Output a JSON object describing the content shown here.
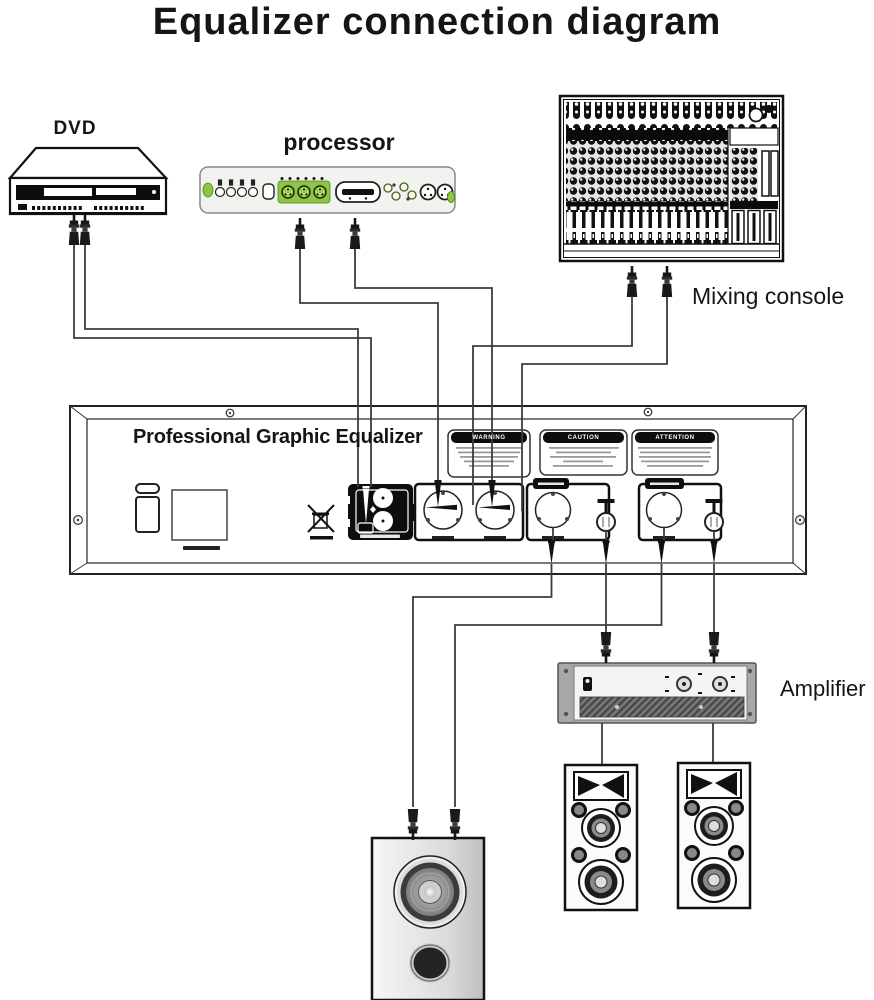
{
  "title": "Equalizer connection diagram",
  "devices": {
    "dvd": {
      "label": "DVD"
    },
    "processor": {
      "label": "processor"
    },
    "mixing_console": {
      "label": "Mixing console"
    },
    "equalizer": {
      "label": "Professional Graphic Equalizer",
      "warning_labels": [
        {
          "header": "WARNING"
        },
        {
          "header": "CAUTION"
        },
        {
          "header": "ATTENTION"
        }
      ]
    },
    "amplifier": {
      "label": "Amplifier"
    },
    "speakers": {
      "count": 3
    }
  },
  "connections": [
    "DVD -> Equalizer input block",
    "processor -> Equalizer XLR inputs",
    "Mixing console -> Equalizer inputs",
    "Equalizer XLR outputs -> Main speaker",
    "Equalizer jack outputs -> Amplifier",
    "Amplifier -> Satellite speaker left",
    "Amplifier -> Satellite speaker right"
  ],
  "colors": {
    "background": "#ffffff",
    "ink": "#111111",
    "cable": "#3d3d3d",
    "processor_green": "#8dc63f",
    "amplifier_grille": "#787878"
  }
}
